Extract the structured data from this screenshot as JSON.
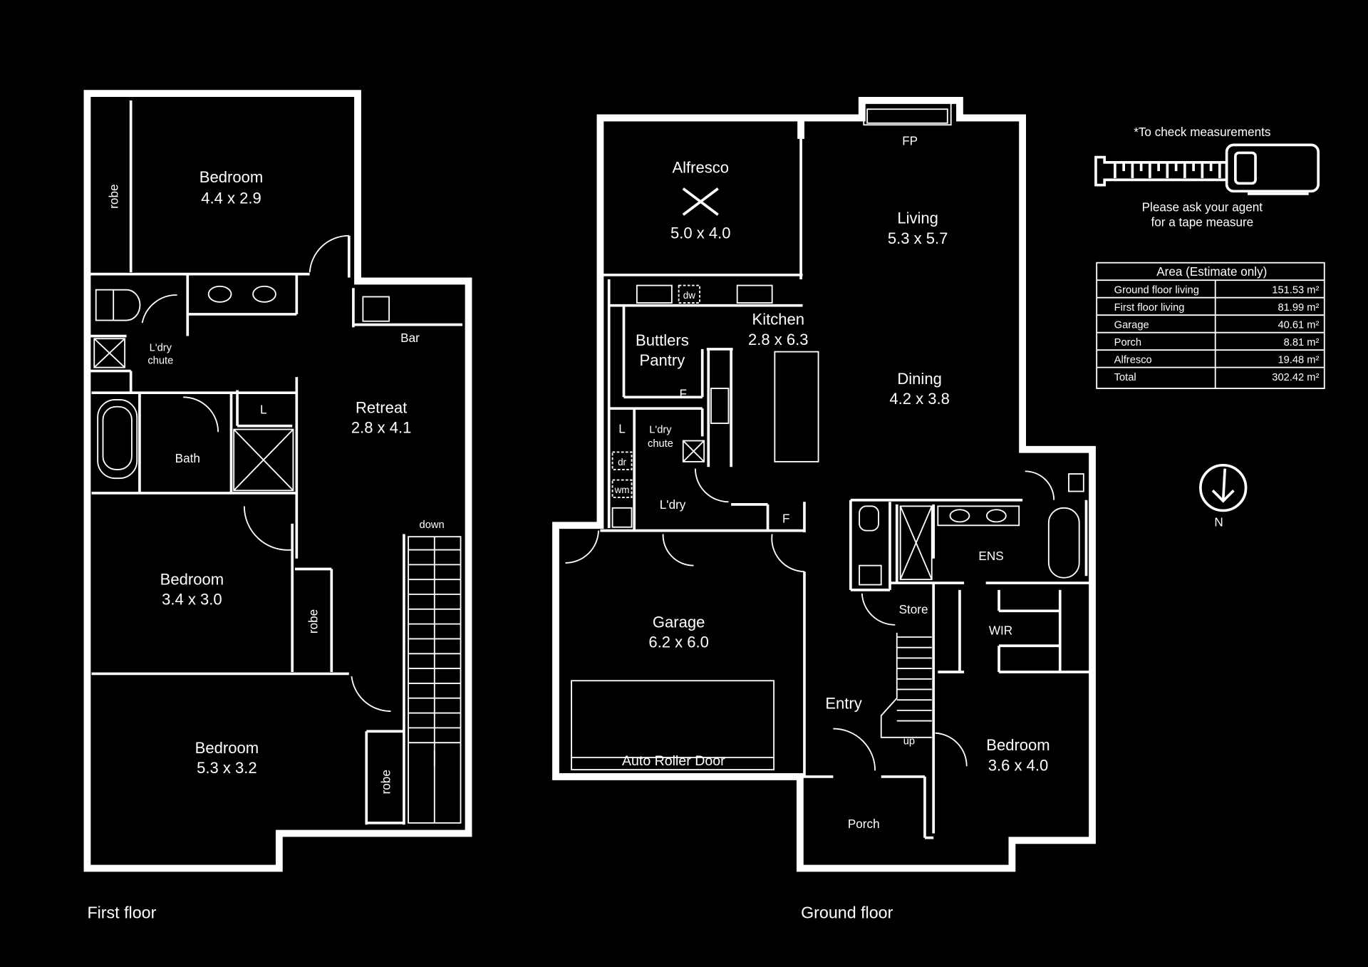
{
  "first_floor": {
    "label": "First floor",
    "rooms": [
      {
        "name": "Bedroom",
        "size": "4.4 x 2.9"
      },
      {
        "name": "Bedroom",
        "size": "3.4 x 3.0"
      },
      {
        "name": "Bedroom",
        "size": "5.3 x 3.2"
      },
      {
        "name": "Retreat",
        "size": "2.8 x 4.1"
      },
      {
        "name": "Bath"
      }
    ],
    "labels": {
      "robe": "robe",
      "ldry_chute_1": "L'dry",
      "ldry_chute_2": "chute",
      "bar": "Bar",
      "linen": "L",
      "down": "down"
    }
  },
  "ground_floor": {
    "label": "Ground floor",
    "rooms": [
      {
        "name": "Alfresco",
        "size": "5.0 x 4.0"
      },
      {
        "name": "Living",
        "size": "5.3 x 5.7"
      },
      {
        "name": "Kitchen",
        "size": "2.8 x 6.3"
      },
      {
        "name": "Dining",
        "size": "4.2 x 3.8"
      },
      {
        "name": "Garage",
        "size": "6.2 x 6.0"
      },
      {
        "name": "Bedroom",
        "size": "3.6 x 4.0"
      }
    ],
    "labels": {
      "fp": "FP",
      "dw": "dw",
      "buttlers_1": "Buttlers",
      "buttlers_2": "Pantry",
      "fridge": "F",
      "linen": "L",
      "ldry_chute_1": "L'dry",
      "ldry_chute_2": "chute",
      "dr": "dr",
      "wm": "wm",
      "ldry": "L'dry",
      "ens": "ENS",
      "store": "Store",
      "wir": "WIR",
      "entry": "Entry",
      "up": "up",
      "porch": "Porch",
      "roller_door": "Auto Roller Door"
    }
  },
  "tape_note": {
    "top": "*To check measurements",
    "line1": "Please ask your agent",
    "line2": "for a tape measure"
  },
  "area_table": {
    "title": "Area (Estimate only)",
    "rows": [
      {
        "label": "Ground floor living",
        "value": "151.53 m²"
      },
      {
        "label": "First floor living",
        "value": "81.99 m²"
      },
      {
        "label": "Garage",
        "value": "40.61 m²"
      },
      {
        "label": "Porch",
        "value": "8.81 m²"
      },
      {
        "label": "Alfresco",
        "value": "19.48 m²"
      },
      {
        "label": "Total",
        "value": "302.42 m²"
      }
    ]
  },
  "compass": {
    "label": "N"
  }
}
